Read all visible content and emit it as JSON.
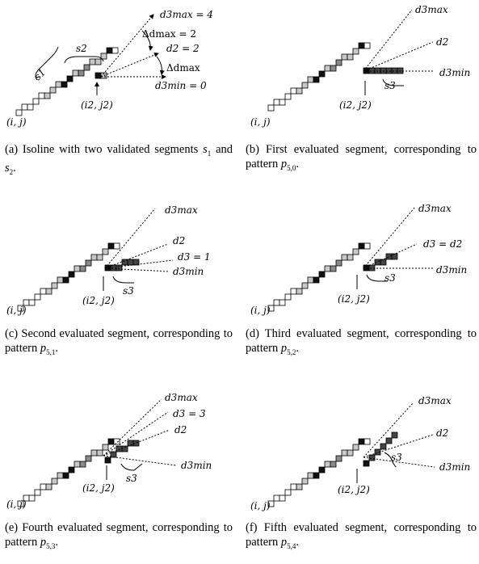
{
  "panels": [
    {
      "id": "a",
      "caption_prefix": "(a) Isoline with two validated segments ",
      "caption_math1": "s",
      "caption_math1_sub": "1",
      "caption_mid": " and ",
      "caption_math2": "s",
      "caption_math2_sub": "2",
      "caption_end": ".",
      "labels": {
        "d3max": "d3max = 4",
        "delta_dmax_top": "Δdmax = 2",
        "d2": "d2 = 2",
        "delta_dmax_bottom": "Δdmax",
        "d3min": "d3min = 0",
        "s1": "s1",
        "s2": "s2",
        "ij": "(i, j)",
        "i2j2": "(i2, j2)"
      }
    },
    {
      "id": "b",
      "caption_text": "(b) First evaluated segment, corresponding to pattern ",
      "caption_pattern": "p",
      "caption_pattern_sub": "5,0",
      "labels": {
        "d3max": "d3max",
        "d2": "d2",
        "d3min": "d3min",
        "s3": "s3",
        "ij": "(i, j)",
        "i2j2": "(i2, j2)"
      }
    },
    {
      "id": "c",
      "caption_text": "(c) Second evaluated segment, corresponding to pattern ",
      "caption_pattern": "p",
      "caption_pattern_sub": "5,1",
      "labels": {
        "d3max": "d3max",
        "d2": "d2",
        "d3": "d3 = 1",
        "d3min": "d3min",
        "s3": "s3",
        "ij": "(i, j)",
        "i2j2": "(i2, j2)"
      }
    },
    {
      "id": "d",
      "caption_text": "(d) Third evaluated segment, corresponding to pattern ",
      "caption_pattern": "p",
      "caption_pattern_sub": "5,2",
      "labels": {
        "d3max": "d3max",
        "d3": "d3 = d2",
        "d3min": "d3min",
        "s3": "s3",
        "ij": "(i, j)",
        "i2j2": "(i2, j2)"
      }
    },
    {
      "id": "e",
      "caption_text": "(e) Fourth evaluated segment, corresponding to pattern ",
      "caption_pattern": "p",
      "caption_pattern_sub": "5,3",
      "labels": {
        "d3max": "d3max",
        "d3": "d3 = 3",
        "d2": "d2",
        "d3min": "d3min",
        "s3": "s3",
        "ij": "(i, j)",
        "i2j2": "(i2, j2)"
      }
    },
    {
      "id": "f",
      "caption_text": "(f) Fifth evaluated segment, corresponding to pattern ",
      "caption_pattern": "p",
      "caption_pattern_sub": "5,4",
      "labels": {
        "d3max": "d3max",
        "d2": "d2",
        "d3min": "d3min",
        "s3": "s3",
        "ij": "(i, j)",
        "i2j2": "(i2, j2)"
      }
    }
  ],
  "colors": {
    "light_pixel": "#c8c8c8",
    "mid_pixel": "#8a8a8a",
    "dark_pixel": "#444444",
    "black_pixel": "#111111"
  }
}
